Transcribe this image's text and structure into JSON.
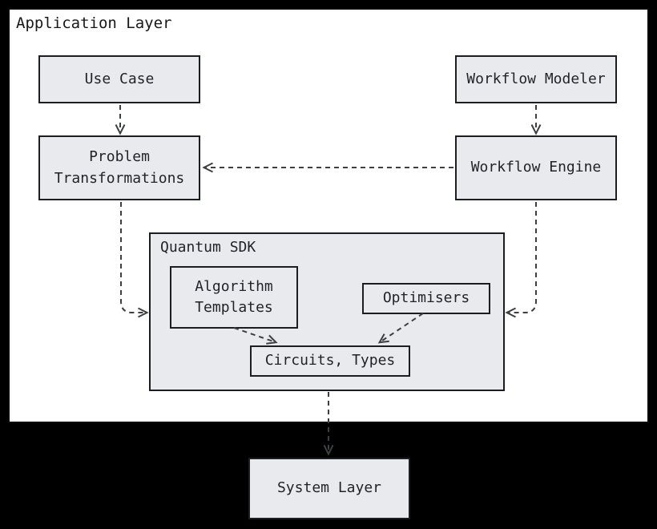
{
  "diagram": {
    "layer_title": "Application Layer",
    "nodes": {
      "use_case": {
        "label": "Use Case"
      },
      "workflow_modeler": {
        "label": "Workflow Modeler"
      },
      "problem_transformations": {
        "label": "Problem\nTransformations"
      },
      "workflow_engine": {
        "label": "Workflow Engine"
      },
      "quantum_sdk": {
        "label": "Quantum SDK"
      },
      "algorithm_templates": {
        "label": "Algorithm\nTemplates"
      },
      "optimisers": {
        "label": "Optimisers"
      },
      "circuits_types": {
        "label": "Circuits, Types"
      },
      "system_layer": {
        "label": "System Layer"
      }
    },
    "edges": [
      {
        "from": "Use Case",
        "to": "Problem Transformations",
        "style": "dashed",
        "arrowhead": "open-vee"
      },
      {
        "from": "Workflow Modeler",
        "to": "Workflow Engine",
        "style": "dashed",
        "arrowhead": "open-vee"
      },
      {
        "from": "Workflow Engine",
        "to": "Problem Transformations",
        "style": "dashed",
        "arrowhead": "open-vee"
      },
      {
        "from": "Problem Transformations",
        "to": "Quantum SDK",
        "style": "dashed",
        "arrowhead": "open-vee"
      },
      {
        "from": "Workflow Engine",
        "to": "Quantum SDK",
        "style": "dashed",
        "arrowhead": "open-vee"
      },
      {
        "from": "Algorithm Templates",
        "to": "Circuits, Types",
        "style": "dashed",
        "arrowhead": "open-vee"
      },
      {
        "from": "Optimisers",
        "to": "Circuits, Types",
        "style": "dashed",
        "arrowhead": "open-vee"
      },
      {
        "from": "Quantum SDK",
        "to": "System Layer",
        "style": "dashed",
        "arrowhead": "open-vee"
      }
    ],
    "colors": {
      "canvas_bg": "#000000",
      "layer_bg": "#ffffff",
      "node_fill": "#e8eaed",
      "node_border": "#1b1d1f",
      "edge_stroke": "#3d4043",
      "text": "#1f2328"
    }
  }
}
